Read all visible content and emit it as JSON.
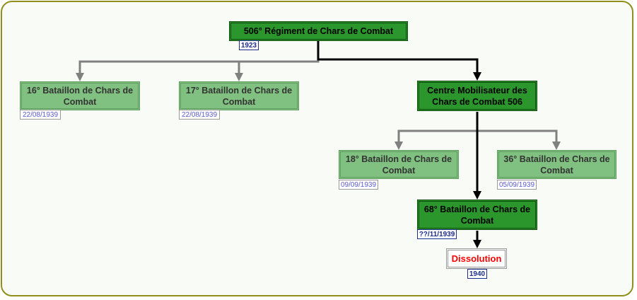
{
  "diagram": {
    "root": {
      "label": "506° Régiment de Chars de Combat",
      "date": "1923"
    },
    "bataillon_16": {
      "label": "16° Bataillon de Chars de Combat",
      "date": "22/08/1939"
    },
    "bataillon_17": {
      "label": "17° Bataillon de Chars de Combat",
      "date": "22/08/1939"
    },
    "centre": {
      "label": "Centre Mobilisateur des Chars de Combat 506"
    },
    "bataillon_18": {
      "label": "18° Bataillon de Chars de Combat",
      "date": "09/09/1939"
    },
    "bataillon_36": {
      "label": "36° Bataillon de Chars de Combat",
      "date": "05/09/1939"
    },
    "bataillon_68": {
      "label": "68° Bataillon de Chars de Combat",
      "date": "??/11/1939"
    },
    "dissolution": {
      "label": "Dissolution",
      "date": "1940"
    },
    "colors": {
      "frame": "#8f8f1c",
      "background": "#f8fbf6",
      "dark_node": "#2b962b",
      "light_node": "#80c080",
      "main_connector": "#000000",
      "secondary_connector": "#808080",
      "dissolution_text": "#ff0000",
      "date_dark": "#1e2d8c",
      "date_light": "#5a5ad0"
    }
  }
}
